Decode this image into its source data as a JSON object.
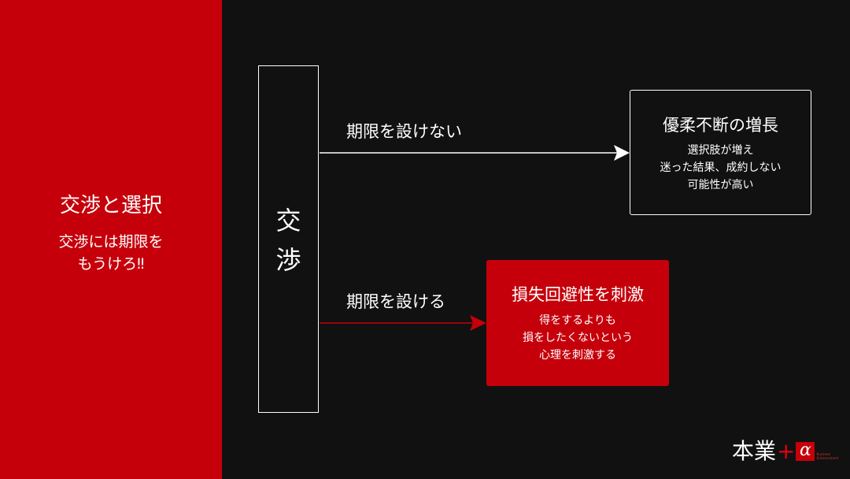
{
  "sidebar": {
    "title": "交渉と選択",
    "subtitle_lines": [
      "交渉には期限を",
      "もうけろ‼"
    ]
  },
  "negotiation": {
    "chars": [
      "交",
      "渉"
    ]
  },
  "branches": [
    {
      "label": "期限を設けない"
    },
    {
      "label": "期限を設ける"
    }
  ],
  "outcomes": [
    {
      "title": "優柔不断の増長",
      "lines": [
        "選択肢が増え",
        "迷った結果、成約しない",
        "可能性が高い"
      ]
    },
    {
      "title": "損失回避性を刺激",
      "lines": [
        "得をするよりも",
        "損をしたくないという",
        "心理を刺激する"
      ]
    }
  ],
  "logo": {
    "text": "本業",
    "plus": "+",
    "alpha": "α",
    "small_lines": [
      "Business",
      "Enhancement"
    ]
  },
  "colors": {
    "accent_red": "#c5000b",
    "background": "#111111",
    "arrow_white": "#ffffff",
    "arrow_red": "#c5000b"
  }
}
